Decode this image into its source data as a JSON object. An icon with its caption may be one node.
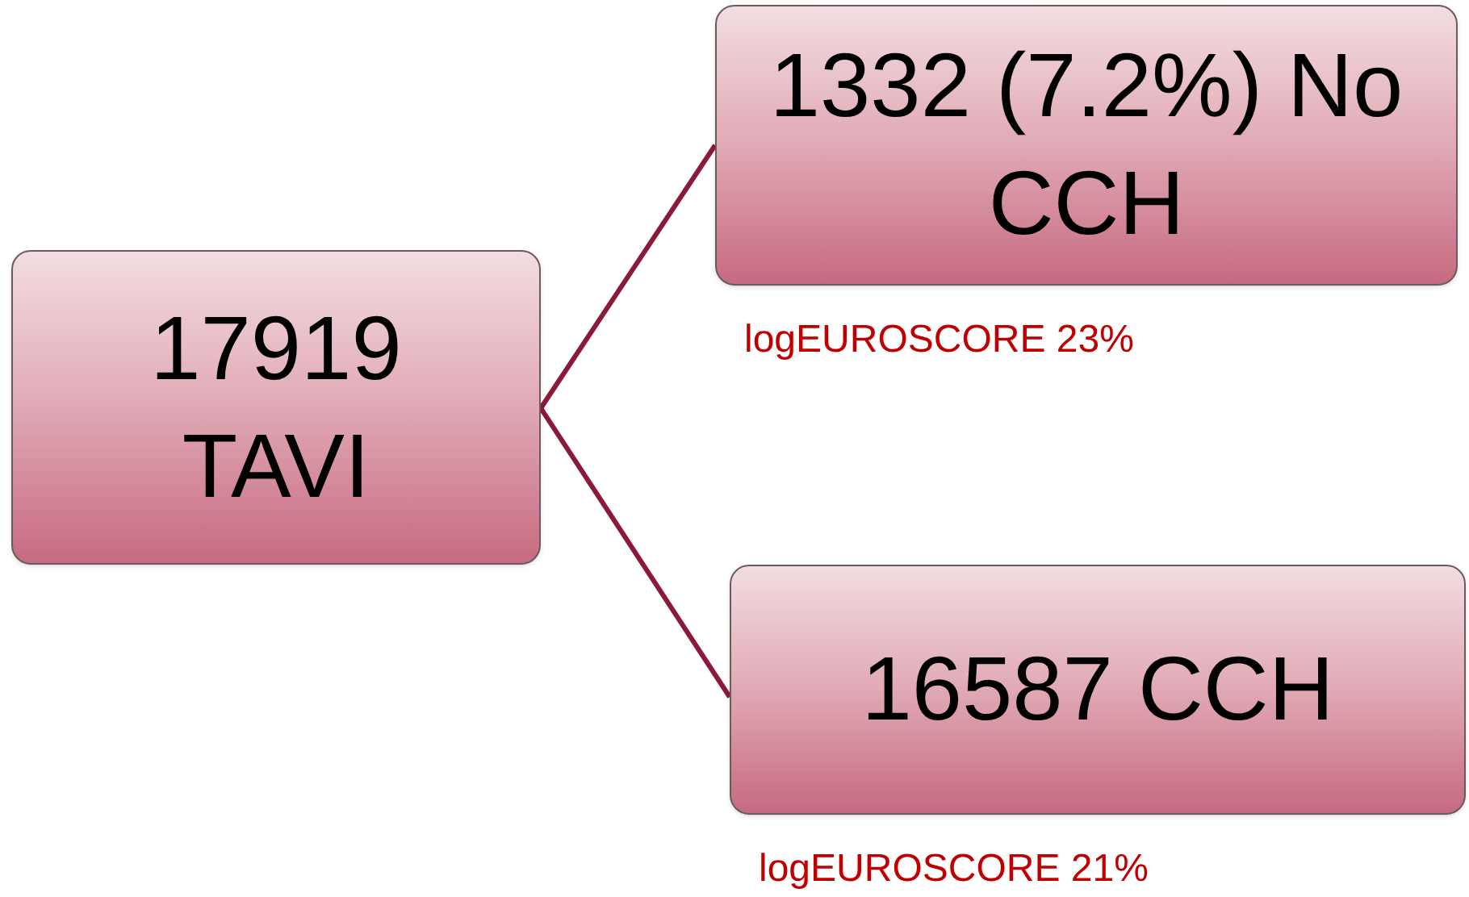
{
  "diagram": {
    "nodes": [
      {
        "text": [
          "17919 TAVI"
        ]
      },
      {
        "text": [
          "1332 (7.2%) No CCH"
        ],
        "beside": [
          "logEUROSCORE 23%"
        ]
      },
      {
        "text": [
          "16587 CCH"
        ],
        "beside": [
          "logEUROSCORE 21%"
        ]
      }
    ],
    "edges": [
      {
        "from": 0,
        "to": 1,
        "arrow": "none"
      },
      {
        "from": 0,
        "to": 2,
        "arrow": "none"
      }
    ]
  }
}
